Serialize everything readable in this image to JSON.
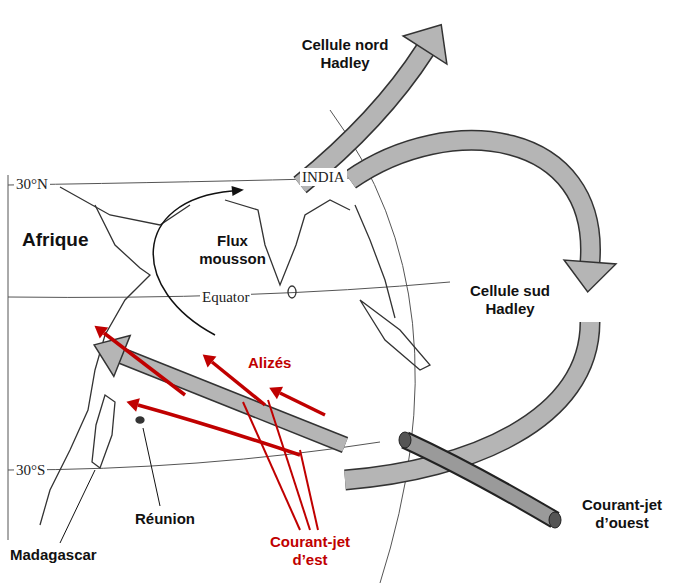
{
  "diagram": {
    "labels": [
      "Cellule nord Hadley",
      "30°N",
      "INDIA",
      "Afrique",
      "Flux mousson",
      "Equator",
      "Cellule sud Hadley",
      "Alizés",
      "30°S",
      "Réunion",
      "Courant-jet d’ouest",
      "Madagascar",
      "Courant-jet d’est"
    ]
  }
}
